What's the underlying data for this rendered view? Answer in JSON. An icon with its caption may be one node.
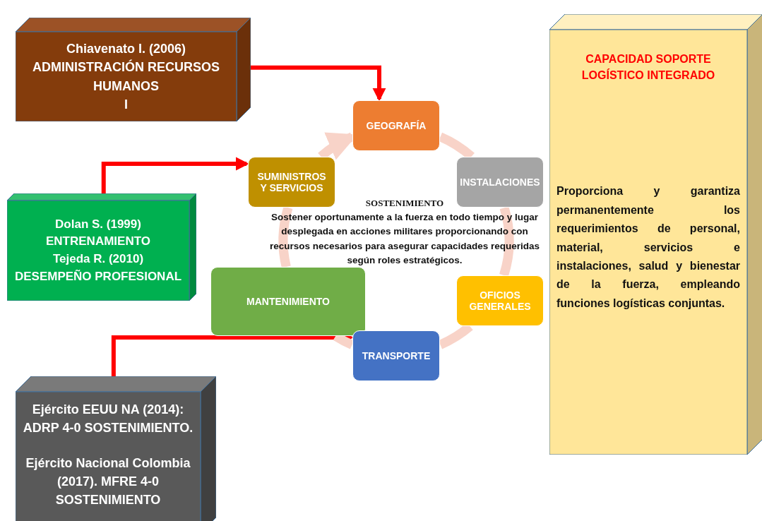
{
  "diagram": {
    "nodes": [
      {
        "text": [
          "Chiavenato I. (2006)",
          "ADMINISTRACIÓN RECURSOS HUMANOS",
          "I"
        ]
      },
      {
        "text": [
          "GEOGRAFÍA"
        ]
      },
      {
        "text": [
          "Dolan S. (1999)",
          "ENTRENAMIENTO",
          "Tejeda R. (2010)",
          "DESEMPEÑO PROFESIONAL"
        ]
      },
      {
        "text": [
          "SUMINISTROS Y SERVICIOS"
        ]
      },
      {
        "text": [
          "INSTALACIONES"
        ]
      },
      {
        "text": [
          "MANTENIMIENTO"
        ]
      },
      {
        "text": [
          "OFICIOS GENERALES"
        ]
      },
      {
        "text": [
          "TRANSPORTE"
        ]
      },
      {
        "text": [
          "Ejército EEUU NA (2014): ADRP 4-0 SOSTENIMIENTO.",
          "Ejército Nacional Colombia (2017). MFRE 4-0 SOSTENIMIENTO"
        ]
      },
      {
        "text": [
          "CAPACIDAD SOPORTE LOGÍSTICO INTEGRADO",
          "Proporciona y garantiza permanentemente los requerimientos de personal, material, servicios e instalaciones, salud y bienestar de la fuerza, empleando funciones logísticas conjuntas."
        ]
      }
    ],
    "edges": [
      {
        "from": 0,
        "to": 1,
        "arrow": "to",
        "color": "#ff0000"
      },
      {
        "from": 2,
        "to": 3,
        "arrow": "to",
        "color": "#ff0000"
      },
      {
        "from": 8,
        "to": 7,
        "arrow": "to",
        "color": "#ff0000"
      },
      {
        "from": 1,
        "to": 4,
        "arrow": "none"
      },
      {
        "from": 4,
        "to": 6,
        "arrow": "none"
      },
      {
        "from": 6,
        "to": 7,
        "arrow": "none"
      },
      {
        "from": 7,
        "to": 5,
        "arrow": "none"
      },
      {
        "from": 5,
        "to": 3,
        "arrow": "none"
      },
      {
        "from": 3,
        "to": 1,
        "arrow": "to"
      }
    ],
    "labels": [
      "SOSTENIMIENTO",
      "Sostener oportunamente a la fuerza en todo tiempo y lugar desplegada en acciones militares proporcionando con recursos necesarios para asegurar capacidades requeridas según roles estratégicos."
    ]
  }
}
